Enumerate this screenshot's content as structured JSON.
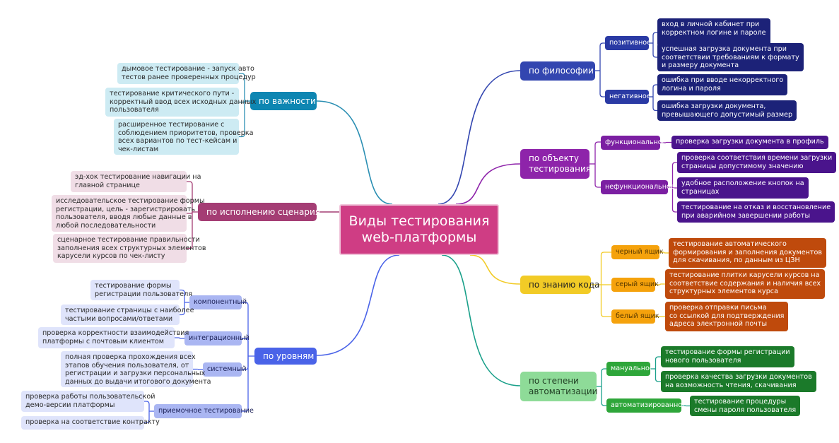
{
  "root": {
    "title_line1": "Виды тестирования",
    "title_line2": "web-платформы"
  },
  "colors": {
    "root": "#cf3d84",
    "philosophy": "#3346b0",
    "philosophy_sub": "#2a3aa4",
    "philosophy_leaf": "#1c2278",
    "object": "#8e24aa",
    "object_sub": "#7b1fa2",
    "object_leaf": "#4a148c",
    "code": "#f2cb26",
    "code_sub": "#f5a20c",
    "code_leaf": "#bf4a0c",
    "automation": "#8edb98",
    "automation_sub": "#2ea63a",
    "automation_leaf": "#1b7a2a",
    "importance": "#0e86b2",
    "importance_leaf": "#cdebf3",
    "scenario": "#a43d74",
    "scenario_leaf": "#f0dde6",
    "levels": "#4a63e8",
    "levels_sub": "#aab6f2",
    "levels_leaf": "#dfe4fb"
  },
  "branches": {
    "philosophy": {
      "label": "по философии",
      "children": [
        {
          "label": "позитивное",
          "leaves": [
            "вход в личной кабинет при\nкорректном логине и пароле",
            "успешная загрузка документа при\nсоответствии требованиям к формату\nи размеру документа"
          ]
        },
        {
          "label": "негативное",
          "leaves": [
            "ошибка при вводе некорректного\nлогина и пароля",
            "ошибка загрузки документа,\nпревышающего допустимый размер"
          ]
        }
      ]
    },
    "object": {
      "label": "по объекту\nтестирования",
      "children": [
        {
          "label": "функциональное",
          "leaves": [
            "проверка загрузки документа в профиль"
          ]
        },
        {
          "label": "нефункциональное",
          "leaves": [
            "проверка соответствия времени загрузки\nстраницы допустимому значению",
            "удобное расположение кнопок на\nстраницах",
            "тестирование на отказ и восстановление\nпри аварийном завершении работы"
          ]
        }
      ]
    },
    "code": {
      "label": "по знанию кода",
      "children": [
        {
          "label": "черный ящик",
          "leaves": [
            "тестирование автоматического\nформирования и заполнения документов\nдля скачивания, по данным из ЦЗН"
          ]
        },
        {
          "label": "серый ящик",
          "leaves": [
            "тестирование плитки карусели курсов на\nсоответствие содержания и наличия всех\nструктурных элементов курса"
          ]
        },
        {
          "label": "белый ящик",
          "leaves": [
            "проверка отправки письма\nсо ссылкой для подтверждения\nадреса электронной почты"
          ]
        }
      ]
    },
    "automation": {
      "label": "по степени\nавтоматизации",
      "children": [
        {
          "label": "мануальное",
          "leaves": [
            "тестирование формы регистрации\nнового пользователя",
            "проверка качества загрузки документов\nна возможность чтения, скачивания"
          ]
        },
        {
          "label": "автоматизированное",
          "leaves": [
            "тестирование процедуры\nсмены пароля пользователя"
          ]
        }
      ]
    },
    "importance": {
      "label": "по важности",
      "leaves": [
        "дымовое тестирование - запуск авто\nтестов ранее проверенных процедур",
        "тестирование критического пути -\nкорректный ввод всех исходных данных\nпользователя",
        "расширенное тестирование с\nсоблюдением приоритетов, проверка\nвсех вариантов по тест-кейсам и\nчек-листам"
      ]
    },
    "scenario": {
      "label": "по исполнению сценария",
      "leaves": [
        "эд-хок тестирование навигации на\nглавной странице",
        "исследовательское тестирование формы\nрегистрации, цель - зарегистрировать\nпользователя, вводя любые данные в\nлюбой последовательности",
        "сценарное тестирование правильности\nзаполнения всех структурных элементов\nкарусели курсов по чек-листу"
      ]
    },
    "levels": {
      "label": "по уровням",
      "children": [
        {
          "label": "компонентный",
          "leaves": [
            "тестирование формы\nрегистрации пользователя",
            "тестирование страницы с наиболее\nчастыми вопросами/ответами"
          ]
        },
        {
          "label": "интеграционный",
          "leaves": [
            "проверка корректности взаимодействия\nплатформы с почтовым клиентом"
          ]
        },
        {
          "label": "системный",
          "leaves": [
            "полная проверка прохождения всех\nэтапов обучения пользователя, от\nрегистрации и загрузки персональных\nданных до выдачи итогового документа"
          ]
        },
        {
          "label": "приемочное тестирование",
          "leaves": [
            "проверка работы пользовательской\nдемо-версии платформы",
            "проверка на соответствие контракту"
          ]
        }
      ]
    }
  }
}
